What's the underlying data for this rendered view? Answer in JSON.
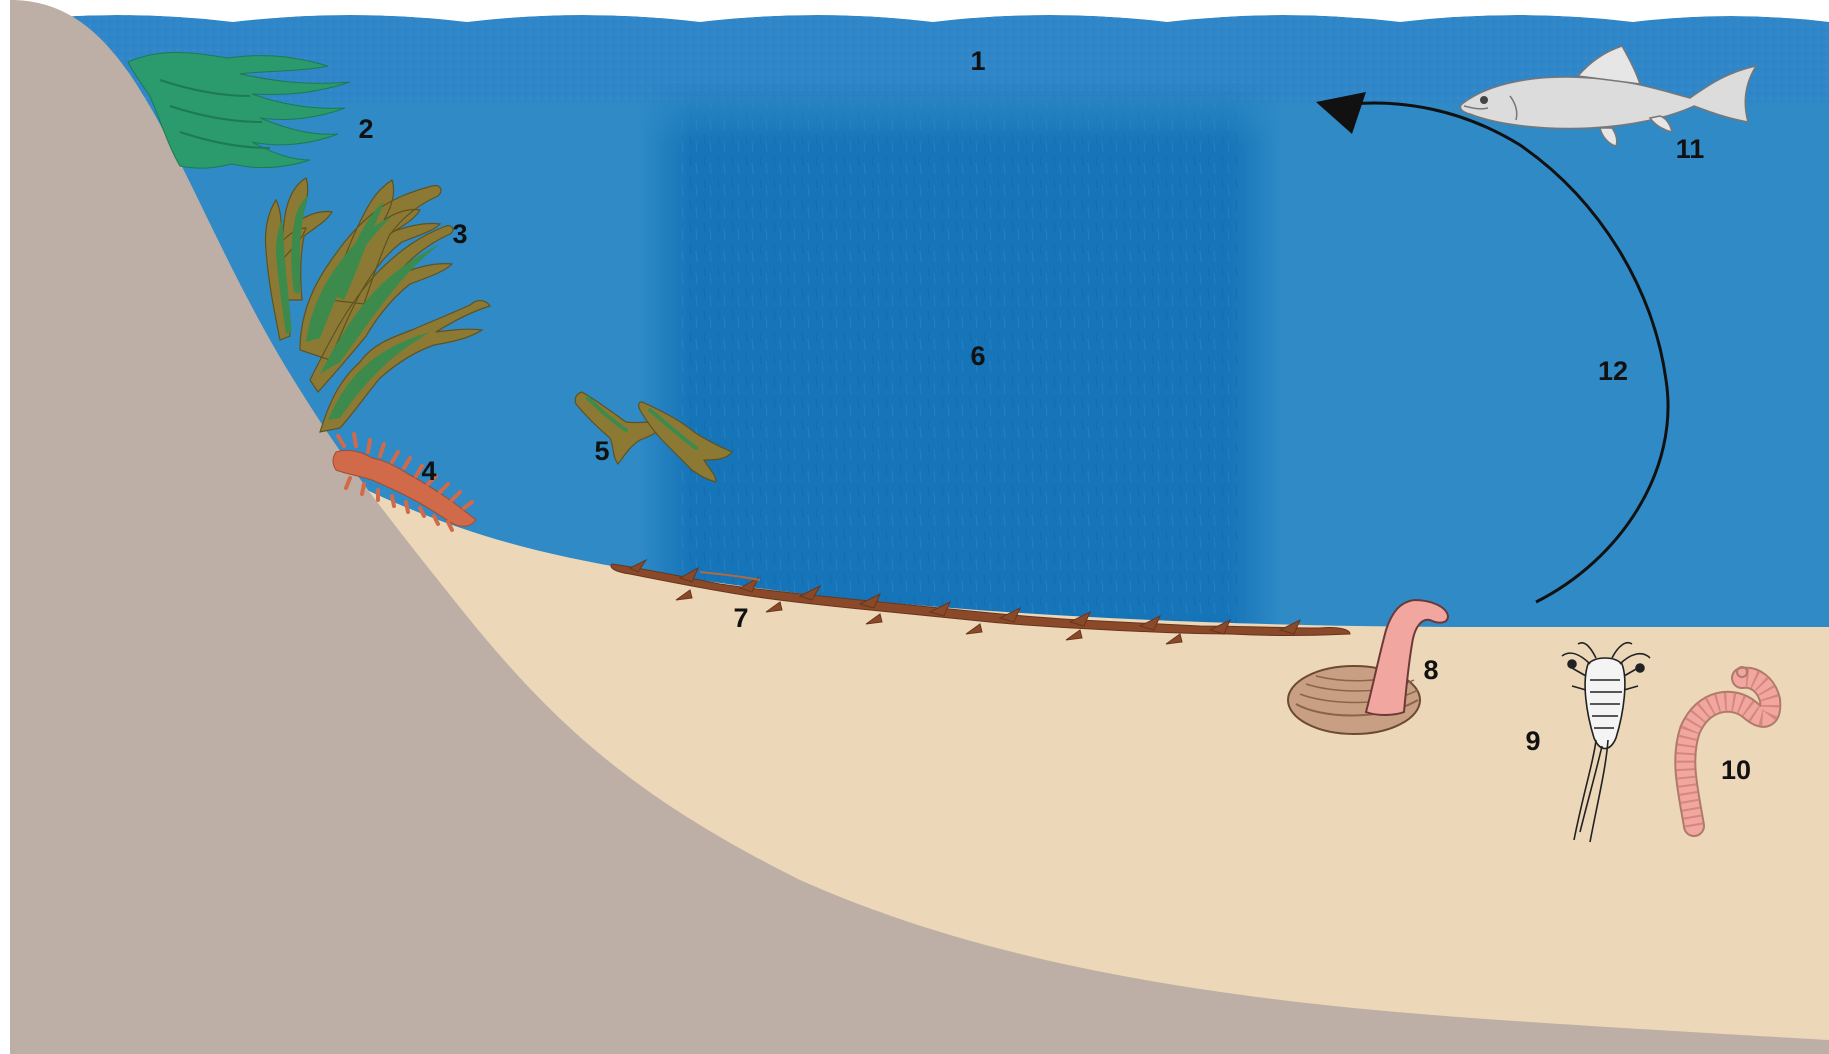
{
  "diagram": {
    "labels": {
      "surface_water": "1",
      "green_algae": "2",
      "bladderwrack": "3",
      "red_algae": "4",
      "drifting_algae": "5",
      "water_column": "6",
      "algal_mat": "7",
      "clam": "8",
      "crustacean": "9",
      "bristle_worm": "10",
      "fish": "11",
      "transfer_arrow": "12"
    },
    "colors": {
      "water": "#2f8ac6",
      "water_column": "#1674b8",
      "surface_band": "#2a7fc4",
      "rock": "#bdafa6",
      "sediment": "#ecd7b9",
      "green_algae": "#2b9a6c",
      "bladderwrack_outer": "#8c7a34",
      "bladderwrack_inner": "#3c8a4c",
      "red_algae": "#d16a48",
      "algal_mat": "#8a4a2a",
      "worm": "#f2a6a0",
      "clam_shell": "#c89f82",
      "fish": "#dcdcdc",
      "arrow": "#111111"
    }
  }
}
